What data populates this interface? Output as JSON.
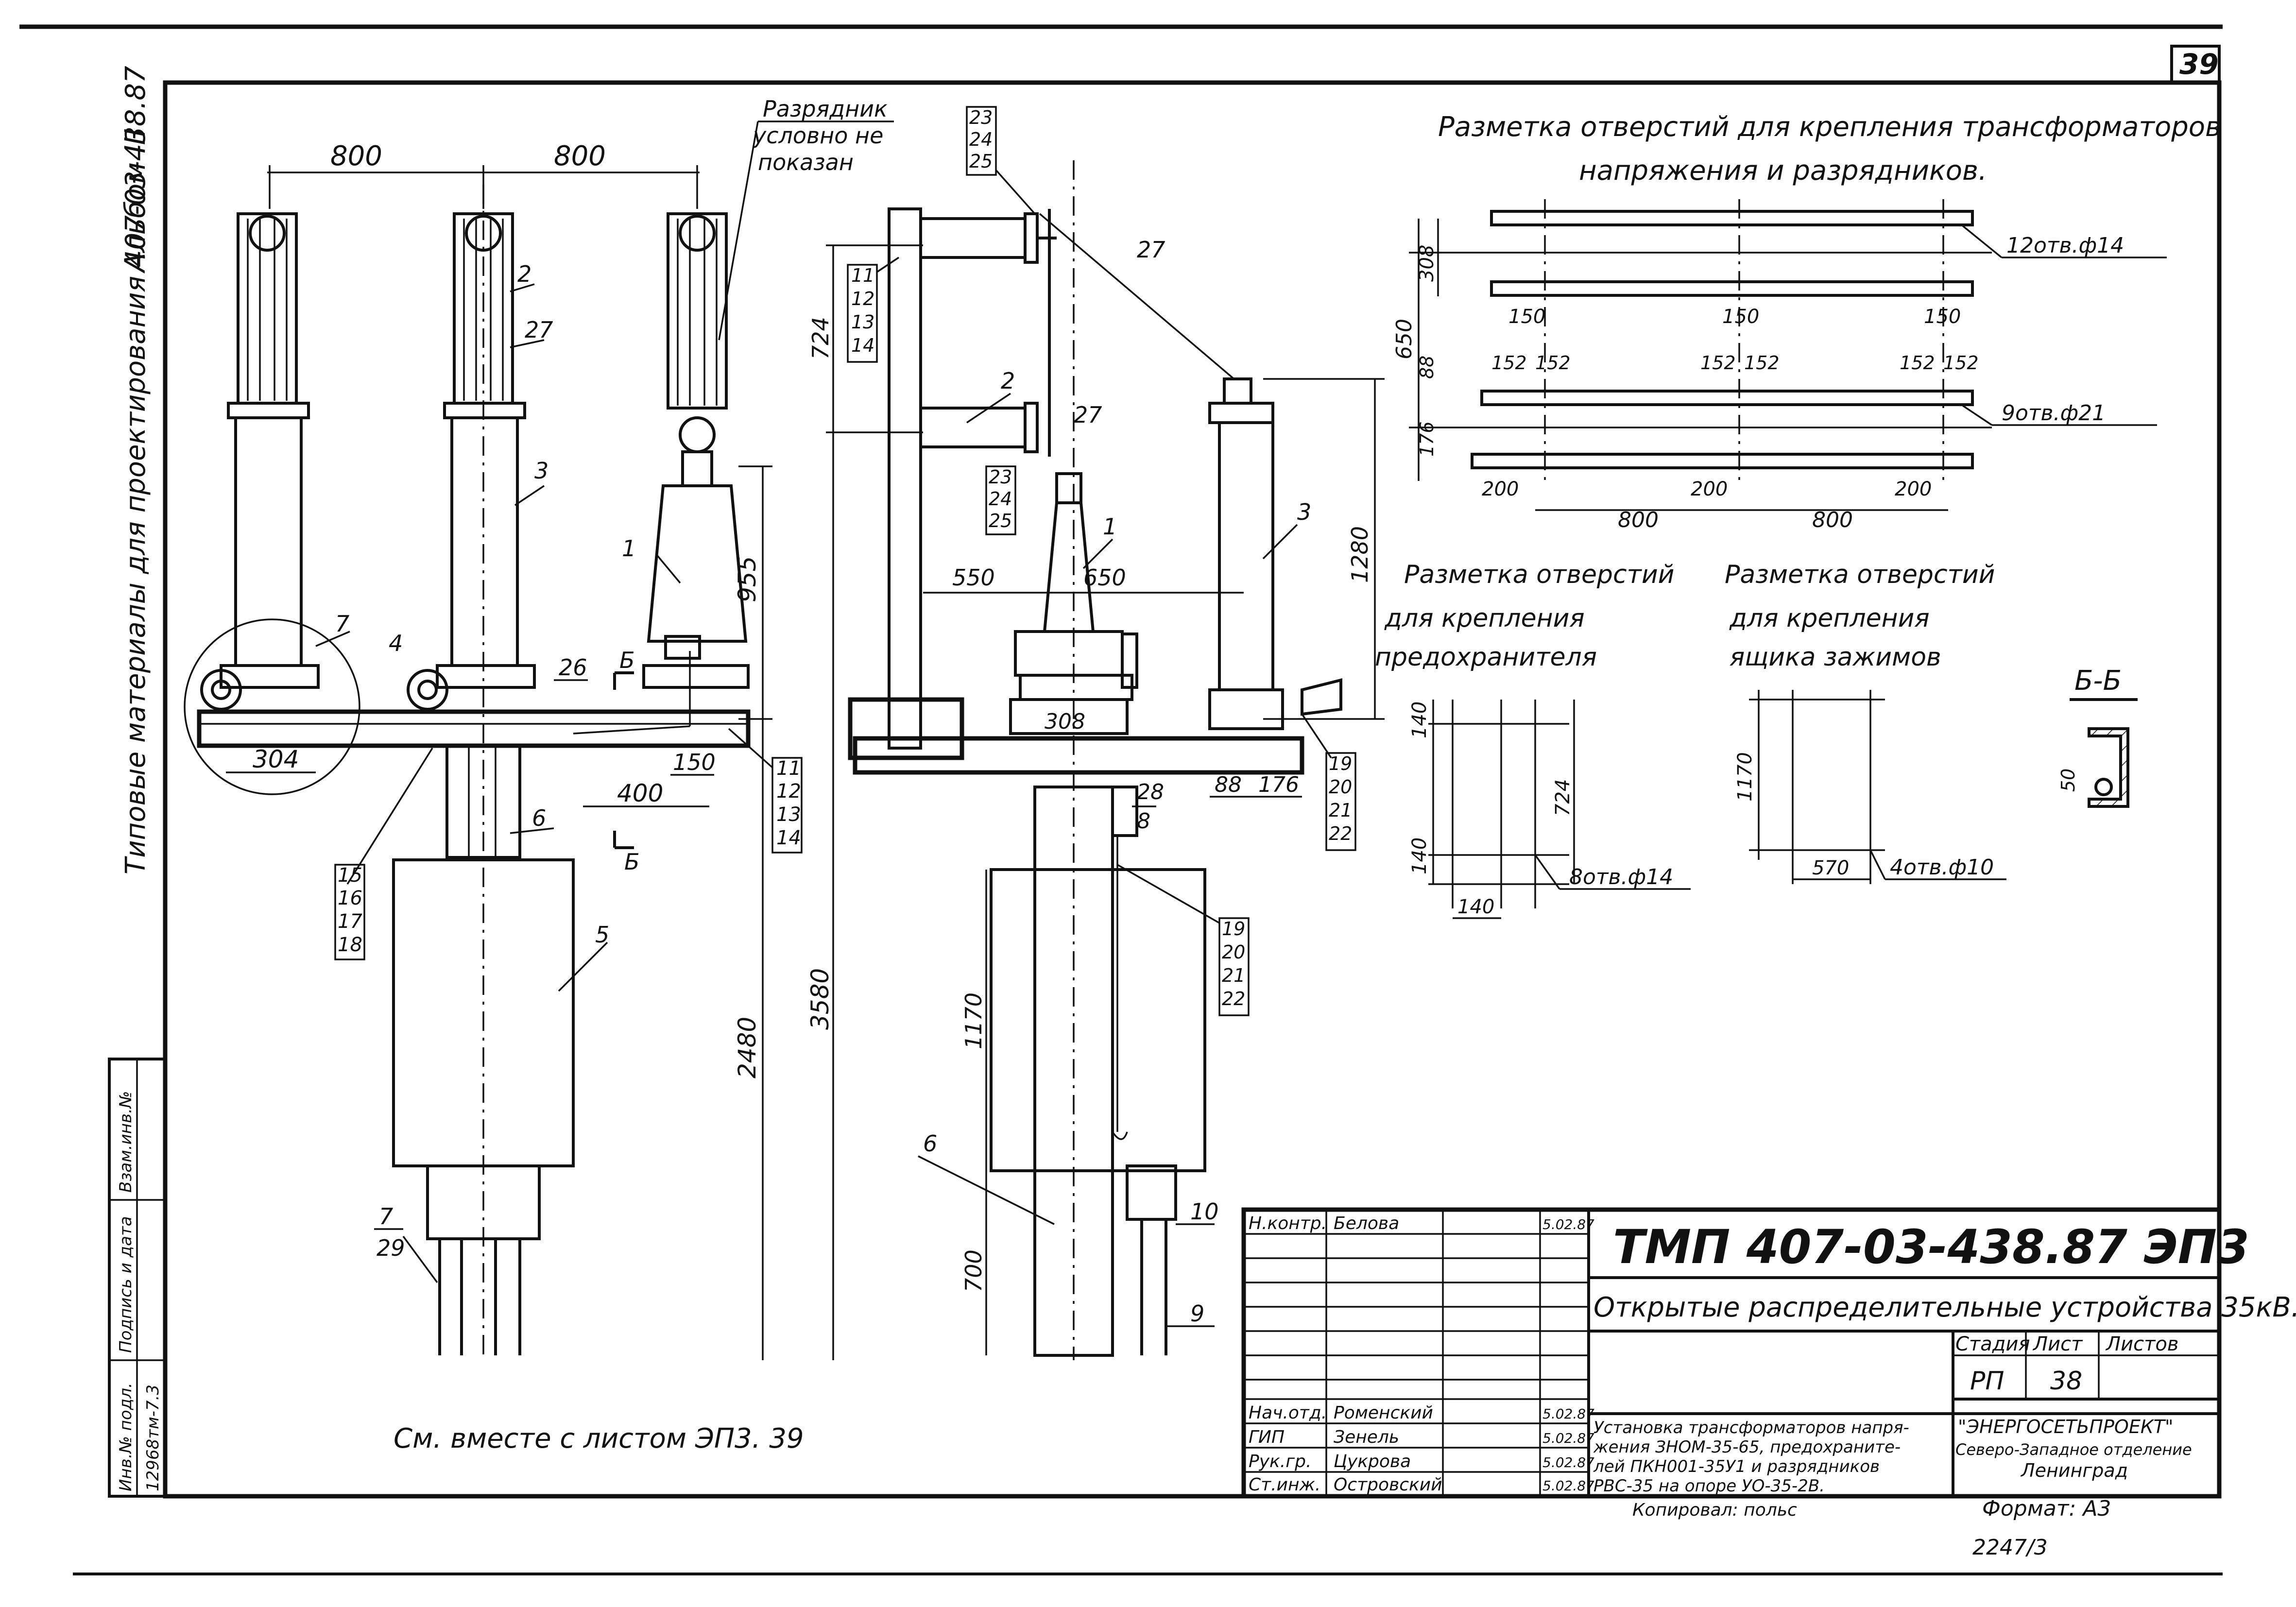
{
  "sheet_number": "39",
  "album": "Альбом III",
  "series_note": "Типовые материалы для проектирования 407-03-438.87",
  "left_stamp": {
    "col1": "Инв.№ подл.",
    "col2": "Подпись и дата",
    "col3": "Взам.инв.№",
    "inv_value": "12968тм-7.3"
  },
  "front_view": {
    "dim_top_left": "800",
    "dim_top_right": "800",
    "arrester_note_1": "Разрядник",
    "arrester_note_2": "условно не",
    "arrester_note_3": "показан",
    "dim_304": "304",
    "dim_400": "400",
    "dim_150": "150",
    "dim_955": "955",
    "dim_2480": "2480",
    "section_mark": "Б",
    "labels": {
      "l1": "1",
      "l2": "2",
      "l3": "3",
      "l4": "4",
      "l5": "5",
      "l6": "6",
      "l7a": "7",
      "l7b": "7",
      "l29": "29",
      "l26": "26",
      "l27": "27",
      "g15": [
        "15",
        "16",
        "17",
        "18"
      ],
      "g11": [
        "11",
        "12",
        "13",
        "14"
      ]
    }
  },
  "side_view": {
    "g23_top": [
      "23",
      "24",
      "25"
    ],
    "g11": [
      "11",
      "12",
      "13",
      "14"
    ],
    "g23_mid": [
      "23",
      "24",
      "25"
    ],
    "g19_right": [
      "19",
      "20",
      "21",
      "22"
    ],
    "g19_mid": [
      "19",
      "20",
      "21",
      "22"
    ],
    "l27a": "27",
    "l27b": "27",
    "l2": "2",
    "l1": "1",
    "l3": "3",
    "l8": "8",
    "l28": "28",
    "l6": "6",
    "l10": "10",
    "l9": "9",
    "dim_724": "724",
    "dim_550": "550",
    "dim_650": "650",
    "dim_308": "308",
    "dim_88": "88",
    "dim_176": "176",
    "dim_1280": "1280",
    "dim_3580": "3580",
    "dim_1170": "1170",
    "dim_700": "700"
  },
  "holes_main": {
    "title_1": "Разметка отверстий для крепления трансформаторов",
    "title_2": "напряжения и разрядников.",
    "dim_308": "308",
    "dim_650": "650",
    "dim_88": "88",
    "dim_176": "176",
    "dim_150": "150",
    "dim_152": "152",
    "dim_200": "200",
    "dim_800": "800",
    "note_12": "12отв.ф14",
    "note_9": "9отв.ф21"
  },
  "holes_fuse": {
    "title_1": "Разметка отверстий",
    "title_2": "для крепления",
    "title_3": "предохранителя",
    "dim_140a": "140",
    "dim_140b": "140",
    "dim_140c": "140",
    "dim_724": "724",
    "note": "8отв.ф14"
  },
  "holes_box": {
    "title_1": "Разметка отверстий",
    "title_2": "для крепления",
    "title_3": "ящика зажимов",
    "dim_1170": "1170",
    "dim_570": "570",
    "note": "4отв.ф10"
  },
  "section_bb": {
    "title": "Б-Б",
    "dim": "50"
  },
  "see_also": "См. вместе с листом ЭП3. 39",
  "title_block": {
    "code": "ТМП   407-03-438.87   ЭП3",
    "project": "Открытые распределительные устройства 35кВ.",
    "stage_h": "Стадия",
    "sheet_h": "Лист",
    "sheets_h": "Листов",
    "stage": "РП",
    "sheet": "38",
    "rows": [
      {
        "role": "Н.контр.",
        "name": "Белова",
        "date": "5.02.87"
      },
      {
        "role": "Нач.отд.",
        "name": "Роменский",
        "date": "5.02.87"
      },
      {
        "role": "ГИП",
        "name": "Зенель",
        "date": "5.02.87"
      },
      {
        "role": "Рук.гр.",
        "name": "Цукрова",
        "date": "5.02.87"
      },
      {
        "role": "Ст.инж.",
        "name": "Островский",
        "date": "5.02.87"
      }
    ],
    "description": [
      "Установка трансформаторов напря-",
      "жения ЗНОМ-35-65, предохраните-",
      "лей ПКН001-35У1 и разрядников",
      "РВС-35 на опоре УО-35-2В."
    ],
    "org_1": "\"ЭНЕРГОСЕТЬПРОЕКТ\"",
    "org_2": "Северо-Западное отделение",
    "org_3": "Ленинград",
    "copied": "Копировал: польс",
    "format": "Формат: А3",
    "order": "2247/3"
  }
}
